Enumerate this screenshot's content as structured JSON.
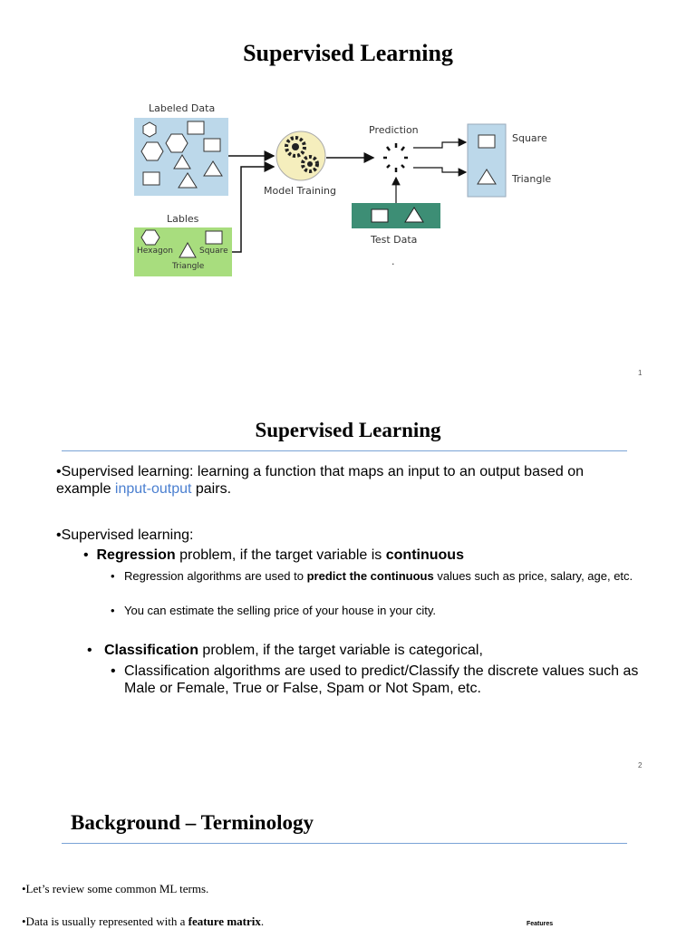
{
  "slide1": {
    "title": "Supervised Learning",
    "diagram": {
      "labeled_data": "Labeled Data",
      "lables": "Lables",
      "label_hexagon": "Hexagon",
      "label_square": "Square",
      "label_triangle": "Triangle",
      "model_training": "Model Training",
      "prediction": "Prediction",
      "out_square": "Square",
      "out_triangle": "Triangle",
      "test_data": "Test Data",
      "dot": "."
    },
    "page": "1",
    "colors": {
      "labeled_bg": "#bcd8ea",
      "lables_bg": "#a8dd7e",
      "test_bg": "#3d8e75",
      "gear_bg": "#f5eebd"
    }
  },
  "slide2": {
    "title": "Supervised Learning",
    "p1_before": "•Supervised learning: learning a function that maps an input to an output based on example ",
    "p1_link": "input-output",
    "p1_after": " pairs.",
    "p2": "•Supervised learning:",
    "regression_bold": "Regression",
    "regression_mid": " problem, if the target variable is ",
    "regression_end": "continuous",
    "reg_sub1_before": "Regression algorithms are used to ",
    "reg_sub1_bold": "predict the continuous",
    "reg_sub1_after": " values such as price, salary, age, etc.",
    "reg_sub2": "You can estimate the selling price of your house  in your city.",
    "classification_bold": "Classification",
    "classification_rest": " problem, if the target variable is categorical,",
    "class_sub": "Classification algorithms are used to predict/Classify the discrete values such as Male or Female, True or False, Spam or Not Spam, etc.",
    "page": "2"
  },
  "slide3": {
    "title": "Background – Terminology",
    "line1": "•Let’s review some common ML terms.",
    "line2_before": "•Data is usually represented with a ",
    "line2_bold": "feature matrix",
    "line2_after": ".",
    "features_label": "Features"
  }
}
